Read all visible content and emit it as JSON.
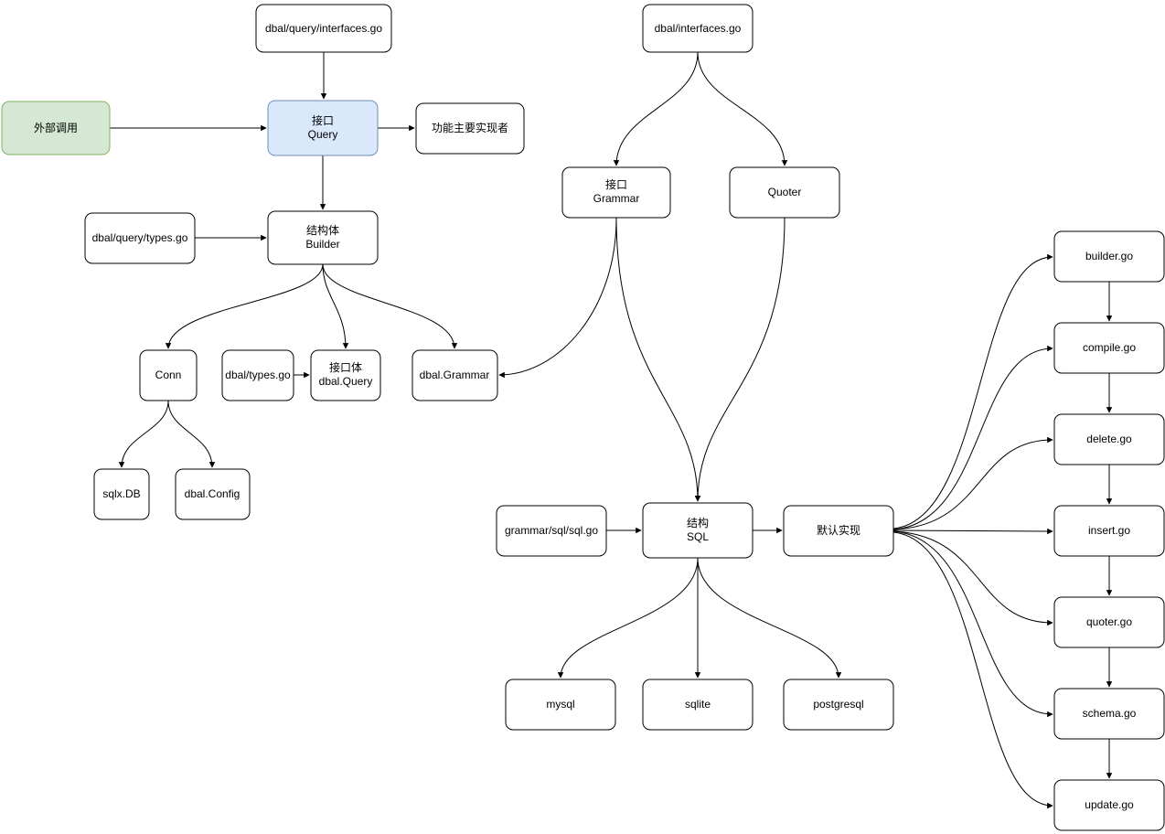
{
  "diagram": {
    "nodes": {
      "dbal_query_interfaces": {
        "line1": "dbal/query/interfaces.go"
      },
      "external_call": {
        "line1": "外部调用"
      },
      "query": {
        "line1": "接口",
        "line2": "Query"
      },
      "main_implementer": {
        "line1": "功能主要实现者"
      },
      "dbal_query_types": {
        "line1": "dbal/query/types.go"
      },
      "builder": {
        "line1": "结构体",
        "line2": "Builder"
      },
      "conn": {
        "line1": "Conn"
      },
      "dbal_types": {
        "line1": "dbal/types.go"
      },
      "dbal_query_struct": {
        "line1": "接口体",
        "line2": "dbal.Query"
      },
      "dbal_grammar": {
        "line1": "dbal.Grammar"
      },
      "sqlx_db": {
        "line1": "sqlx.DB"
      },
      "dbal_config": {
        "line1": "dbal.Config"
      },
      "dbal_interfaces": {
        "line1": "dbal/interfaces.go"
      },
      "grammar": {
        "line1": "接口",
        "line2": "Grammar"
      },
      "quoter": {
        "line1": "Quoter"
      },
      "grammar_sql_go": {
        "line1": "grammar/sql/sql.go"
      },
      "sql": {
        "line1": "结构",
        "line2": "SQL"
      },
      "default_impl": {
        "line1": "默认实现"
      },
      "mysql": {
        "line1": "mysql"
      },
      "sqlite": {
        "line1": "sqlite"
      },
      "postgresql": {
        "line1": "postgresql"
      },
      "builder_go": {
        "line1": "builder.go"
      },
      "compile_go": {
        "line1": "compile.go"
      },
      "delete_go": {
        "line1": "delete.go"
      },
      "insert_go": {
        "line1": "insert.go"
      },
      "quoter_go": {
        "line1": "quoter.go"
      },
      "schema_go": {
        "line1": "schema.go"
      },
      "update_go": {
        "line1": "update.go"
      }
    },
    "colors": {
      "node_fill": "#ffffff",
      "node_border": "#000000",
      "external_call_fill": "#d5e8d4",
      "external_call_border": "#82b366",
      "query_fill": "#dae8fc",
      "query_border": "#6c8ebf",
      "edge": "#000000",
      "background": "#ffffff"
    },
    "edges": [
      {
        "from": "dbal_query_interfaces",
        "to": "query"
      },
      {
        "from": "external_call",
        "to": "query"
      },
      {
        "from": "query",
        "to": "main_implementer"
      },
      {
        "from": "query",
        "to": "builder"
      },
      {
        "from": "dbal_query_types",
        "to": "builder"
      },
      {
        "from": "builder",
        "to": "conn"
      },
      {
        "from": "builder",
        "to": "dbal_query_struct"
      },
      {
        "from": "builder",
        "to": "dbal_grammar"
      },
      {
        "from": "dbal_types",
        "to": "dbal_query_struct"
      },
      {
        "from": "conn",
        "to": "sqlx_db"
      },
      {
        "from": "conn",
        "to": "dbal_config"
      },
      {
        "from": "dbal_interfaces",
        "to": "grammar"
      },
      {
        "from": "dbal_interfaces",
        "to": "quoter"
      },
      {
        "from": "grammar",
        "to": "dbal_grammar"
      },
      {
        "from": "grammar",
        "to": "sql"
      },
      {
        "from": "quoter",
        "to": "sql"
      },
      {
        "from": "grammar_sql_go",
        "to": "sql"
      },
      {
        "from": "sql",
        "to": "default_impl"
      },
      {
        "from": "sql",
        "to": "mysql"
      },
      {
        "from": "sql",
        "to": "sqlite"
      },
      {
        "from": "sql",
        "to": "postgresql"
      },
      {
        "from": "default_impl",
        "to": "builder_go"
      },
      {
        "from": "default_impl",
        "to": "compile_go"
      },
      {
        "from": "default_impl",
        "to": "delete_go"
      },
      {
        "from": "default_impl",
        "to": "insert_go"
      },
      {
        "from": "default_impl",
        "to": "quoter_go"
      },
      {
        "from": "default_impl",
        "to": "schema_go"
      },
      {
        "from": "default_impl",
        "to": "update_go"
      },
      {
        "from": "builder_go",
        "to": "compile_go"
      },
      {
        "from": "compile_go",
        "to": "delete_go"
      },
      {
        "from": "delete_go",
        "to": "insert_go"
      },
      {
        "from": "insert_go",
        "to": "quoter_go"
      },
      {
        "from": "quoter_go",
        "to": "schema_go"
      },
      {
        "from": "schema_go",
        "to": "update_go"
      }
    ]
  }
}
